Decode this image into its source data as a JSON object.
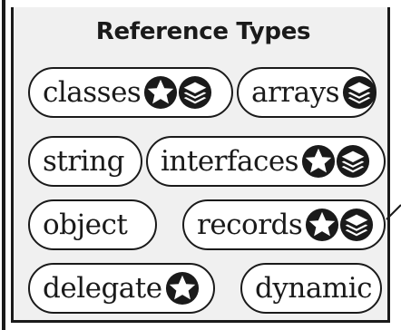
{
  "title": "Reference Types",
  "items": [
    {
      "label": "classes",
      "icons": [
        "star-icon",
        "stack-icon"
      ]
    },
    {
      "label": "arrays",
      "icons": [
        "stack-icon"
      ]
    },
    {
      "label": "string",
      "icons": []
    },
    {
      "label": "interfaces",
      "icons": [
        "star-icon",
        "stack-icon"
      ]
    },
    {
      "label": "object",
      "icons": []
    },
    {
      "label": "records",
      "icons": [
        "star-icon",
        "stack-icon"
      ]
    },
    {
      "label": "delegate",
      "icons": [
        "star-icon"
      ]
    },
    {
      "label": "dynamic",
      "icons": []
    }
  ],
  "colors": {
    "background": "#f0f0f0",
    "ink": "#1a1a1a",
    "pill": "#ffffff"
  }
}
